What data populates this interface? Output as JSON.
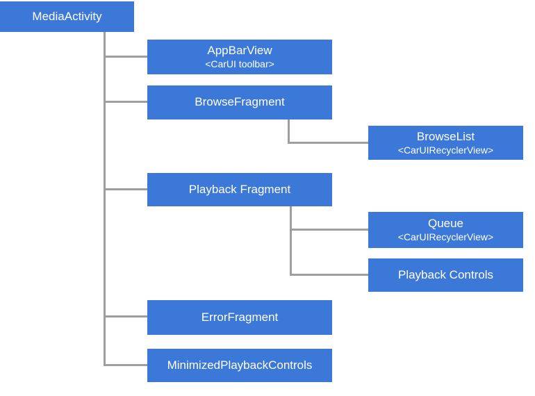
{
  "colors": {
    "box": "#3c78d8",
    "connector": "#9e9e9e",
    "text": "#ffffff",
    "background": "#ffffff"
  },
  "nodes": {
    "media_activity": {
      "label": "MediaActivity"
    },
    "app_bar_view": {
      "label": "AppBarView",
      "sublabel": "<CarUI toolbar>"
    },
    "browse_fragment": {
      "label": "BrowseFragment"
    },
    "browse_list": {
      "label": "BrowseList",
      "sublabel": "<CarUIRecyclerView>"
    },
    "playback_fragment": {
      "label": "Playback Fragment"
    },
    "queue": {
      "label": "Queue",
      "sublabel": "<CarUIRecyclerView>"
    },
    "playback_controls": {
      "label": "Playback Controls"
    },
    "error_fragment": {
      "label": "ErrorFragment"
    },
    "minimized_playback_controls": {
      "label": "MinimizedPlaybackControls"
    }
  },
  "hierarchy": {
    "MediaActivity": [
      "AppBarView",
      "BrowseFragment",
      "Playback Fragment",
      "ErrorFragment",
      "MinimizedPlaybackControls"
    ],
    "BrowseFragment": [
      "BrowseList"
    ],
    "Playback Fragment": [
      "Queue",
      "Playback Controls"
    ]
  }
}
